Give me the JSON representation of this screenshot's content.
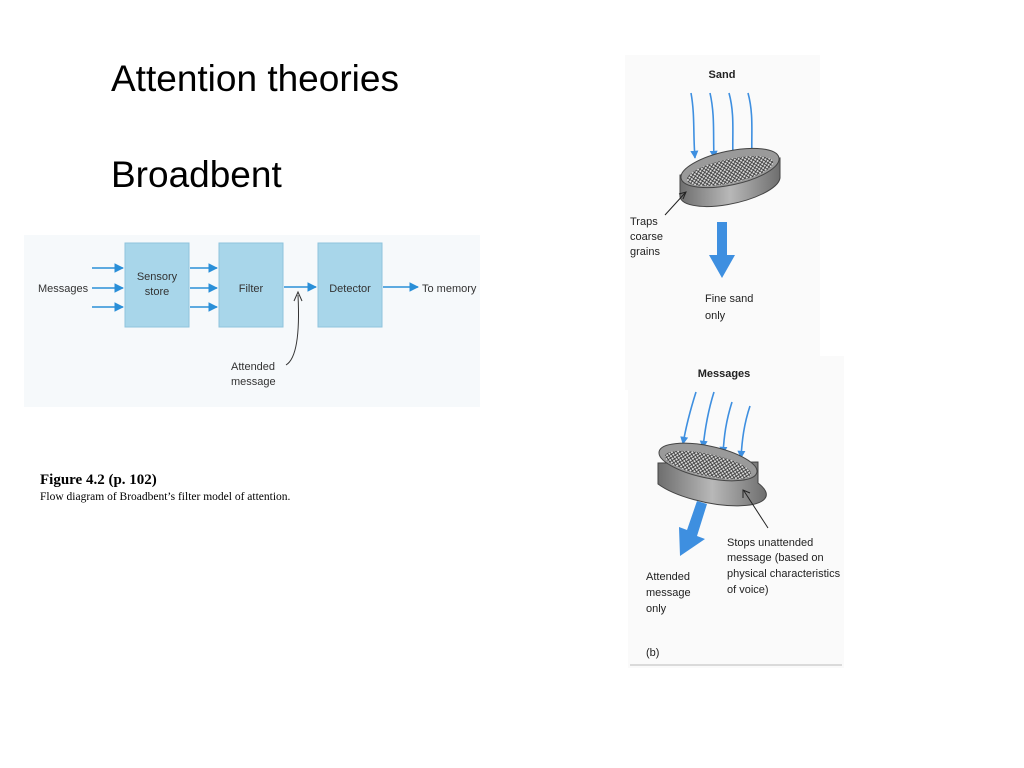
{
  "slide": {
    "title": "Attention theories",
    "subtitle": "Broadbent"
  },
  "flow": {
    "input_label": "Messages",
    "sensory_store_line1": "Sensory",
    "sensory_store_line2": "store",
    "filter_label": "Filter",
    "detector_label": "Detector",
    "output_label": "To memory",
    "attended_line1": "Attended",
    "attended_line2": "message",
    "box_color": "#a8d6ea",
    "arrow_color": "#2a8fd8"
  },
  "caption": {
    "title": "Figure 4.2  (p. 102)",
    "text": "Flow diagram of Broadbent’s filter model of attention."
  },
  "sand": {
    "top_label": "Sand",
    "traps_line1": "Traps",
    "traps_line2": "coarse",
    "traps_line3": "grains",
    "out_line1": "Fine sand",
    "out_line2": "only"
  },
  "messages_sieve": {
    "top_label": "Messages",
    "stops_line1": "Stops unattended",
    "stops_line2": "message (based on",
    "stops_line3": "physical characteristics",
    "stops_line4": "of voice)",
    "out_line1": "Attended",
    "out_line2": "message",
    "out_line3": "only",
    "panel_label": "(b)"
  }
}
